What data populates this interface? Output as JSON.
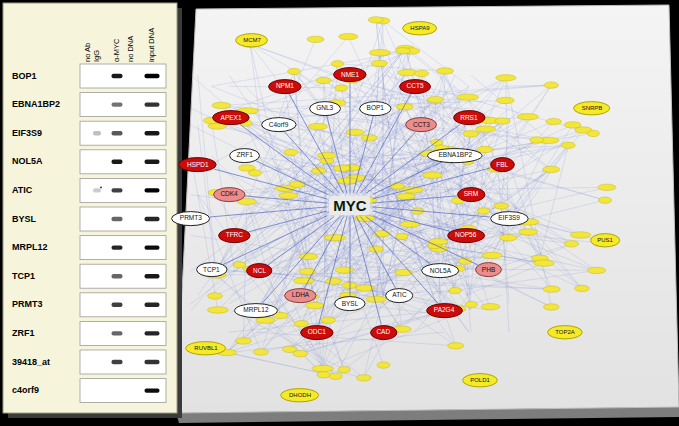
{
  "diagram": {
    "nodes": [
      {
        "text": [
          "MYC"
        ]
      },
      {
        "text": [
          "NME1"
        ]
      },
      {
        "text": [
          "BOP1"
        ]
      },
      {
        "text": [
          "CCT5"
        ]
      },
      {
        "text": [
          "CCT3"
        ]
      },
      {
        "text": [
          "RRS1"
        ]
      },
      {
        "text": [
          "EBNA1BP2"
        ]
      },
      {
        "text": [
          "FBL"
        ]
      },
      {
        "text": [
          "SRM"
        ]
      },
      {
        "text": [
          "EIF3S9"
        ]
      },
      {
        "text": [
          "NOP56"
        ]
      },
      {
        "text": [
          "PHB"
        ]
      },
      {
        "text": [
          "NOL5A"
        ]
      },
      {
        "text": [
          "PA2G4"
        ]
      },
      {
        "text": [
          "ATIC"
        ]
      },
      {
        "text": [
          "CAD"
        ]
      },
      {
        "text": [
          "BYSL"
        ]
      },
      {
        "text": [
          "ODC1"
        ]
      },
      {
        "text": [
          "LDHA"
        ]
      },
      {
        "text": [
          "MRPL12"
        ]
      },
      {
        "text": [
          "NCL"
        ]
      },
      {
        "text": [
          "TCP1"
        ]
      },
      {
        "text": [
          "TFRC"
        ]
      },
      {
        "text": [
          "PRMT3"
        ]
      },
      {
        "text": [
          "CDK4"
        ]
      },
      {
        "text": [
          "HSPD1"
        ]
      },
      {
        "text": [
          "ZRF1"
        ]
      },
      {
        "text": [
          "APEX1"
        ]
      },
      {
        "text": [
          "C4orf9"
        ]
      },
      {
        "text": [
          "NPM1"
        ]
      },
      {
        "text": [
          "GNL3"
        ]
      },
      {
        "text": [
          "DHODH"
        ]
      },
      {
        "text": [
          "POLD1"
        ]
      },
      {
        "text": [
          "PUS1"
        ]
      },
      {
        "text": [
          "SNRPB"
        ]
      },
      {
        "text": [
          "HSPA9"
        ]
      },
      {
        "text": [
          "MCM7"
        ]
      },
      {
        "text": [
          "RUVBL1"
        ]
      },
      {
        "text": [
          "TOP2A"
        ]
      }
    ],
    "edges": [
      {
        "from": 0,
        "to": 1,
        "arrow": "none"
      },
      {
        "from": 0,
        "to": 2,
        "arrow": "none"
      },
      {
        "from": 0,
        "to": 3,
        "arrow": "none"
      },
      {
        "from": 0,
        "to": 4,
        "arrow": "none"
      },
      {
        "from": 0,
        "to": 5,
        "arrow": "none"
      },
      {
        "from": 0,
        "to": 6,
        "arrow": "none"
      },
      {
        "from": 0,
        "to": 7,
        "arrow": "none"
      },
      {
        "from": 0,
        "to": 8,
        "arrow": "none"
      },
      {
        "from": 0,
        "to": 9,
        "arrow": "none"
      },
      {
        "from": 0,
        "to": 10,
        "arrow": "none"
      },
      {
        "from": 0,
        "to": 11,
        "arrow": "none"
      },
      {
        "from": 0,
        "to": 12,
        "arrow": "none"
      },
      {
        "from": 0,
        "to": 13,
        "arrow": "none"
      },
      {
        "from": 0,
        "to": 14,
        "arrow": "none"
      },
      {
        "from": 0,
        "to": 15,
        "arrow": "none"
      },
      {
        "from": 0,
        "to": 16,
        "arrow": "none"
      },
      {
        "from": 0,
        "to": 17,
        "arrow": "none"
      },
      {
        "from": 0,
        "to": 18,
        "arrow": "none"
      },
      {
        "from": 0,
        "to": 19,
        "arrow": "none"
      },
      {
        "from": 0,
        "to": 20,
        "arrow": "none"
      },
      {
        "from": 0,
        "to": 21,
        "arrow": "none"
      },
      {
        "from": 0,
        "to": 22,
        "arrow": "none"
      },
      {
        "from": 0,
        "to": 23,
        "arrow": "none"
      },
      {
        "from": 0,
        "to": 24,
        "arrow": "none"
      },
      {
        "from": 0,
        "to": 25,
        "arrow": "none"
      },
      {
        "from": 0,
        "to": 26,
        "arrow": "none"
      },
      {
        "from": 0,
        "to": 27,
        "arrow": "none"
      },
      {
        "from": 0,
        "to": 28,
        "arrow": "none"
      },
      {
        "from": 0,
        "to": 29,
        "arrow": "none"
      },
      {
        "from": 0,
        "to": 30,
        "arrow": "none"
      }
    ],
    "labels": [
      "no Ab",
      "IgG",
      "α-MYC",
      "no DNA",
      "input DNA",
      "BOP1",
      "EBNA1BP2",
      "EIF3S9",
      "NOL5A",
      "ATIC",
      "BYSL",
      "MRPL12",
      "TCP1",
      "PRMT3",
      "ZRF1",
      "39418_at",
      "c4orf9"
    ]
  }
}
